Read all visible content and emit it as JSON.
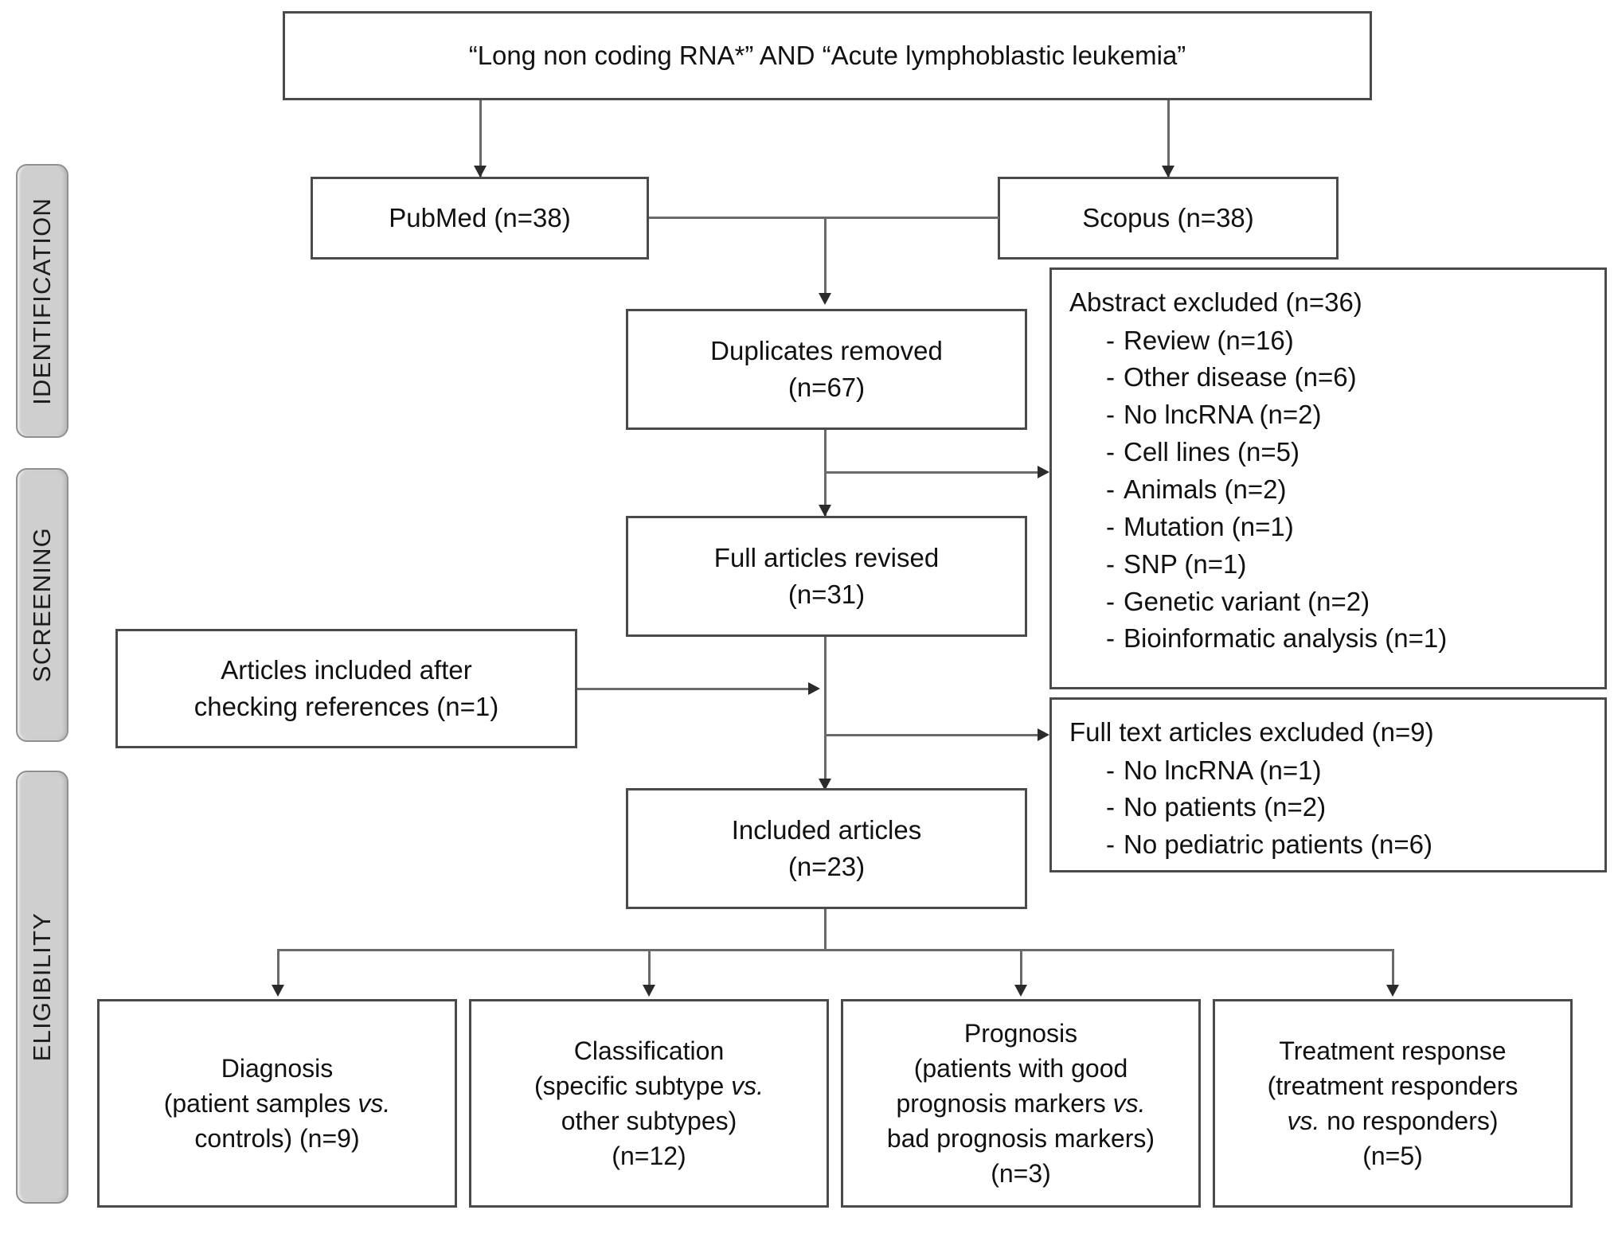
{
  "diagram": {
    "title_query": "“Long non coding RNA*” AND “Acute lymphoblastic leukemia”",
    "stages": [
      {
        "label": "IDENTIFICATION"
      },
      {
        "label": "SCREENING"
      },
      {
        "label": "ELIGIBILITY"
      }
    ],
    "sources": [
      {
        "label": "PubMed (n=38)"
      },
      {
        "label": "Scopus (n=38)"
      }
    ],
    "flow": {
      "duplicates_line1": "Duplicates removed",
      "duplicates_line2": "(n=67)",
      "full_articles_line1": "Full articles revised",
      "full_articles_line2": "(n=31)",
      "references_line1": "Articles included after",
      "references_line2": "checking references (n=1)",
      "included_line1": "Included articles",
      "included_line2": "(n=23)"
    },
    "abstract_excluded": {
      "heading": "Abstract excluded (n=36)",
      "items": [
        "Review (n=16)",
        "Other disease (n=6)",
        "No lncRNA (n=2)",
        "Cell lines (n=5)",
        "Animals (n=2)",
        "Mutation (n=1)",
        "SNP (n=1)",
        "Genetic variant (n=2)",
        "Bioinformatic analysis (n=1)"
      ]
    },
    "fulltext_excluded": {
      "heading": "Full text articles excluded (n=9)",
      "items": [
        "No lncRNA (n=1)",
        "No patients (n=2)",
        "No pediatric patients (n=6)"
      ]
    },
    "outcomes": [
      {
        "lines": [
          {
            "text": "Diagnosis"
          },
          {
            "pre": "(patient samples ",
            "em": "vs.",
            "post": ""
          },
          {
            "text": "controls) (n=9)"
          }
        ]
      },
      {
        "lines": [
          {
            "text": "Classification"
          },
          {
            "pre": "(specific subtype ",
            "em": "vs.",
            "post": ""
          },
          {
            "text": "other subtypes)"
          },
          {
            "text": "(n=12)"
          }
        ]
      },
      {
        "lines": [
          {
            "text": "Prognosis"
          },
          {
            "text": "(patients with good"
          },
          {
            "pre": "prognosis markers ",
            "em": "vs.",
            "post": ""
          },
          {
            "text": "bad prognosis markers)"
          },
          {
            "text": "(n=3)"
          }
        ]
      },
      {
        "lines": [
          {
            "text": "Treatment response"
          },
          {
            "text": "(treatment responders"
          },
          {
            "pre": "",
            "em": "vs.",
            "post": " no responders)"
          },
          {
            "text": "(n=5)"
          }
        ]
      }
    ]
  }
}
